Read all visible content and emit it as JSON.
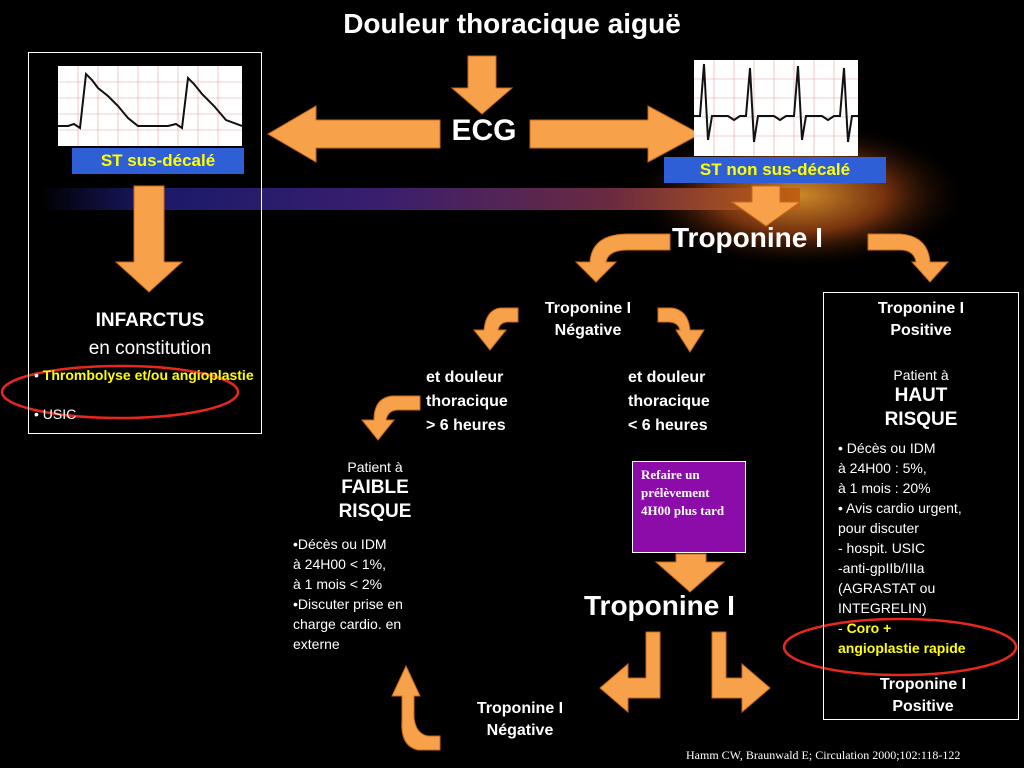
{
  "title": "Douleur thoracique aiguë",
  "ecg": "ECG",
  "left": {
    "tag": "ST sus-décalé",
    "infarctus": "INFARCTUS",
    "constitution": "en constitution",
    "thrombolyse": "Thrombolyse et/ou angioplastie",
    "usic": "USIC"
  },
  "right_tag": "ST non sus-décalé",
  "troponine_main": "Troponine I",
  "neg1": {
    "line1": "Troponine I",
    "line2": "Négative"
  },
  "pos1": {
    "line1": "Troponine I",
    "line2": "Positive",
    "patient": "Patient à",
    "risk1": "HAUT",
    "risk2": "RISQUE",
    "items": [
      "• Décès ou IDM",
      "à 24H00 : 5%,",
      "à 1 mois : 20%",
      "• Avis cardio urgent,",
      "pour discuter",
      "- hospit. USIC",
      "-anti-gpIIb/IIIa",
      "(AGRASTAT ou",
      "INTEGRELIN)"
    ],
    "coro_dash": "- ",
    "coro": "Coro +",
    "coro2": "angioplastie rapide"
  },
  "douleur_gt": {
    "l1": "et douleur",
    "l2": "thoracique",
    "l3": "> 6 heures"
  },
  "douleur_lt": {
    "l1": "et douleur",
    "l2": "thoracique",
    "l3": "< 6 heures"
  },
  "faible": {
    "patient": "Patient à",
    "risk1": "FAIBLE",
    "risk2": "RISQUE",
    "items": [
      "•Décès ou IDM",
      "à 24H00 < 1%,",
      "à 1 mois < 2%",
      "•Discuter prise en",
      "charge cardio. en",
      "externe"
    ]
  },
  "refaire": "Refaire un prélèvement 4H00 plus tard",
  "troponine_second": "Troponine I",
  "neg2": {
    "line1": "Troponine I",
    "line2": "Négative"
  },
  "pos2": {
    "line1": "Troponine I",
    "line2": "Positive"
  },
  "citation": "Hamm CW, Braunwald E; Circulation 2000;102:118-122",
  "colors": {
    "arrow": "#f7a24a",
    "tag": "#2e5fd6",
    "highlight": "#ffff00",
    "purple": "#8b0ca8",
    "circle": "#e8281e"
  }
}
